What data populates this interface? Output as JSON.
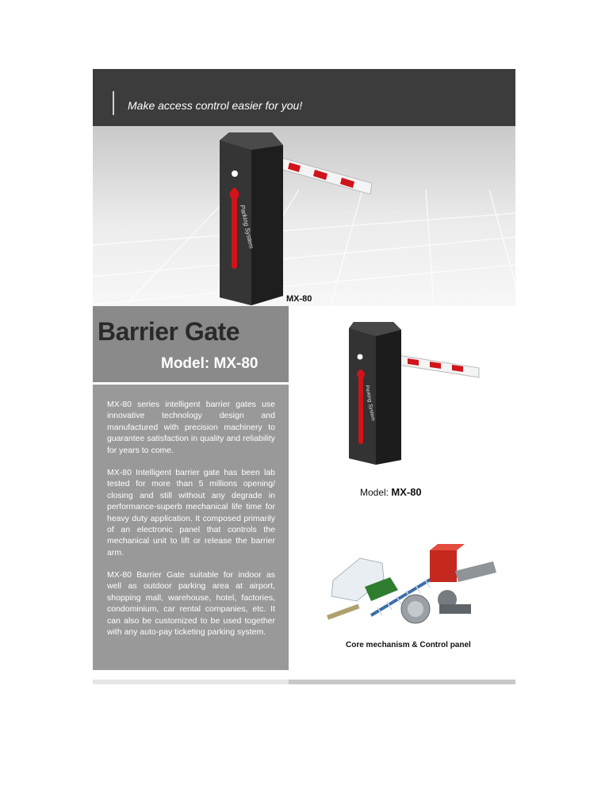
{
  "header": {
    "tagline": "Make access control easier for you!"
  },
  "hero": {
    "model_tag": "MX-80",
    "cabinet_label": "Parking System"
  },
  "title_block": {
    "title": "Barrier Gate",
    "model": "Model: MX-80"
  },
  "description": [
    "MX-80 series intelligent barrier gates use innovative technology design and manufactured with precision machinery to guarantee satisfaction in quality and reliability for years to come.",
    "MX-80 Intelligent barrier gate has been lab tested for more than 5 millions opening/ closing and still without any degrade in performance-superb mechanical life time for heavy duty application. It composed primarily of an electronic panel that controls the mechanical unit to lift or release the barrier arm.",
    "MX-80 Barrier Gate suitable for indoor as well as outdoor parking area at airport, shopping mall, warehouse, hotel, factories, condominium, car rental companies, etc. It can also be customized to be used together with any auto-pay ticketing parking system."
  ],
  "right_column": {
    "model_prefix": "Model:",
    "model_value": "MX-80",
    "cabinet_label": "Parking System",
    "core_caption": "Core mechanism & Control panel"
  },
  "colors": {
    "header_bg": "#3c3c3c",
    "title_block_bg": "#8a8a8a",
    "desc_block_bg": "#999999",
    "accent_red": "#d0141a"
  }
}
